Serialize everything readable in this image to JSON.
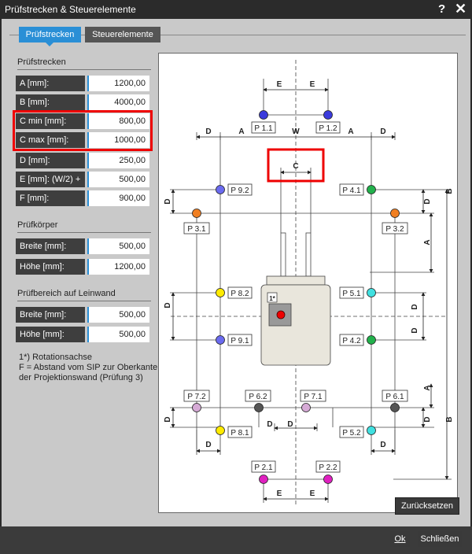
{
  "window": {
    "title": "Prüfstrecken & Steuerelemente",
    "help_icon": "?",
    "close_icon": "✕"
  },
  "tabs": [
    {
      "label": "Prüfstrecken"
    },
    {
      "label": "Steuerelemente"
    }
  ],
  "sections": {
    "pruefstrecken": {
      "title": "Prüfstrecken",
      "rows": [
        {
          "label": "A [mm]:",
          "value": "1200,00"
        },
        {
          "label": "B [mm]:",
          "value": "4000,00"
        },
        {
          "label": "C min [mm]:",
          "value": "800,00"
        },
        {
          "label": "C max [mm]:",
          "value": "1000,00"
        },
        {
          "label": "D [mm]:",
          "value": "250,00"
        },
        {
          "label": "E [mm]: (W/2) +",
          "value": "500,00"
        },
        {
          "label": "F [mm]:",
          "value": "900,00"
        }
      ]
    },
    "pruefkoerper": {
      "title": "Prüfkörper",
      "rows": [
        {
          "label": "Breite [mm]:",
          "value": "500,00"
        },
        {
          "label": "Höhe [mm]:",
          "value": "1200,00"
        }
      ]
    },
    "pruefbereich": {
      "title": "Prüfbereich auf Leinwand",
      "rows": [
        {
          "label": "Breite [mm]:",
          "value": "500,00"
        },
        {
          "label": "Höhe [mm]:",
          "value": "500,00"
        }
      ]
    }
  },
  "notes": [
    "1*) Rotationsachse",
    "F = Abstand vom SIP zur Oberkante",
    "der Projektionswand (Prüfung 3)"
  ],
  "diagram": {
    "dims": {
      "E": "E",
      "D": "D",
      "A": "A",
      "W": "W",
      "C": "C",
      "B": "B"
    },
    "points": {
      "p11": "P 1.1",
      "p12": "P 1.2",
      "p92": "P 9.2",
      "p41": "P 4.1",
      "p31": "P 3.1",
      "p32": "P 3.2",
      "p82": "P 8.2",
      "p51": "P 5.1",
      "p91": "P 9.1",
      "p42": "P 4.2",
      "p72": "P 7.2",
      "p62": "P 6.2",
      "p71": "P 7.1",
      "p61": "P 6.1",
      "p81": "P 8.1",
      "p52": "P 5.2",
      "p21": "P 2.1",
      "p22": "P 2.2"
    },
    "rotation_label": "1*",
    "colors": {
      "blue": "#3b3bdc",
      "green": "#22b14c",
      "orange": "#f07f22",
      "yellow": "#ffeb00",
      "cyan": "#40e0e0",
      "lilac": "#d6aad6",
      "gray": "#555555",
      "magenta": "#e020c0"
    }
  },
  "buttons": {
    "reset": "Zurücksetzen",
    "ok": "Ok",
    "close": "Schließen"
  }
}
